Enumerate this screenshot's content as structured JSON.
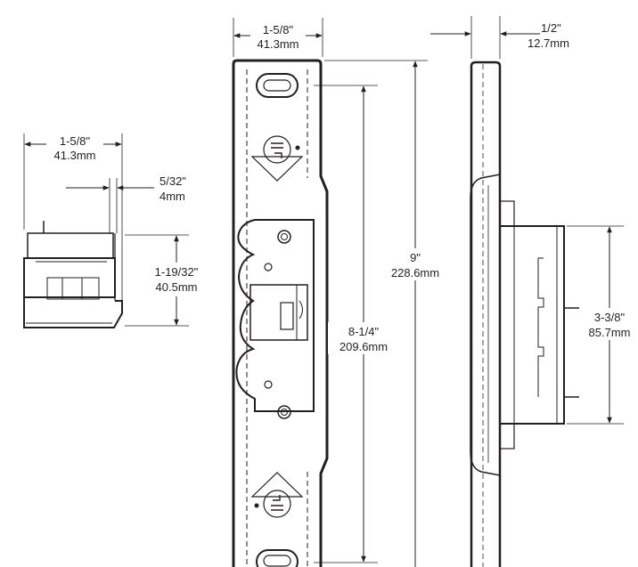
{
  "side_view": {
    "width": {
      "inch": "1-5/8\"",
      "mm": "41.3mm"
    },
    "lip": {
      "inch": "5/32\"",
      "mm": "4mm"
    },
    "height": {
      "inch": "1-19/32\"",
      "mm": "40.5mm"
    }
  },
  "front_view": {
    "faceplate_width": {
      "inch": "1-5/8\"",
      "mm": "41.3mm"
    },
    "faceplate_height": {
      "inch": "9\"",
      "mm": "228.6mm"
    },
    "body_height": {
      "inch": "8-1/4\"",
      "mm": "209.6mm"
    }
  },
  "edge_view": {
    "faceplate_thickness": {
      "inch": "1/2\"",
      "mm": "12.7mm"
    },
    "body_height": {
      "inch": "3-3/8\"",
      "mm": "85.7mm"
    }
  },
  "colors": {
    "line": "#231f20",
    "background": "#ffffff"
  }
}
